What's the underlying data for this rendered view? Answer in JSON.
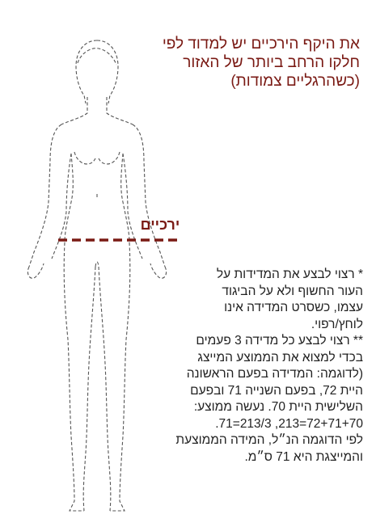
{
  "title": {
    "lines": [
      "את היקף הירכיים יש למדוד לפי",
      "חלקו הרחב ביותר של האזור",
      "(כשהרגליים צמודות)"
    ]
  },
  "hip_label": "ירכיים",
  "notes": [
    "* רצוי לבצע את המדידות על",
    "העור החשוף ולא על הביגוד",
    "עצמו, כשסרט המדידה אינו",
    "לוחץ/רפוי.",
    "** רצוי לבצע כל מדידה 3 פעמים",
    "בכדי למצוא את הממוצע המייצג",
    "(לדוגמה: המדידה בפעם הראשונה",
    "היית 72, בפעם השנייה 71 ובפעם",
    "השלישית היית 70. נעשה ממוצע:",
    "72+71+70=213, 213/3=71.",
    "לפי הדוגמה הנ״ל, המידה הממוצעת",
    "והמייצגת היא 71 ס״מ."
  ],
  "colors": {
    "accent": "#7a1a14",
    "figure_outline": "#555555",
    "text": "#222222"
  }
}
